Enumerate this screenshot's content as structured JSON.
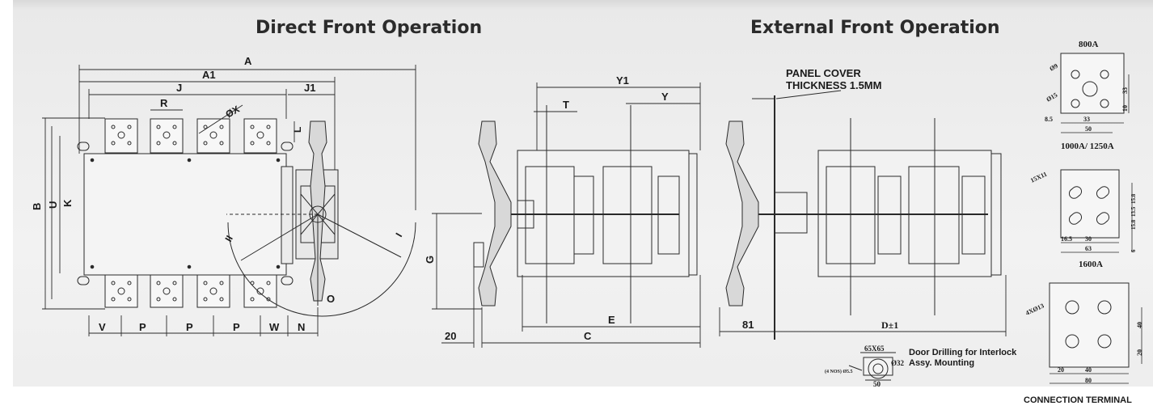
{
  "headings": {
    "direct": "Direct Front Operation",
    "external": "External Front Operation"
  },
  "direct_view": {
    "dims": {
      "A": "A",
      "A1": "A1",
      "J": "J",
      "J1": "J1",
      "R": "R",
      "OX": "ØX",
      "L": "L",
      "B": "B",
      "U": "U",
      "K": "K",
      "V": "V",
      "P1": "P",
      "P2": "P",
      "P3": "P",
      "W": "W",
      "N": "N"
    },
    "positions": {
      "I": "I",
      "II": "II",
      "O": "O"
    }
  },
  "side_view": {
    "dims": {
      "Y1": "Y1",
      "T": "T",
      "Y": "Y",
      "G": "G",
      "E": "E",
      "C": "C",
      "d20": "20"
    }
  },
  "external_view": {
    "panel_cover_line1": "PANEL COVER",
    "panel_cover_line2": "THICKNESS 1.5MM",
    "d81": "81",
    "d_tol": "D±1"
  },
  "door_drilling": {
    "size": "65X65",
    "holes": "(4 NOS) Ø5.5",
    "dia": "Ø32",
    "width": "50",
    "caption_line1": "Door Drilling for Interlock",
    "caption_line2": "Assy. Mounting"
  },
  "terminals": {
    "t800": {
      "title": "800A",
      "hole": "Ø9",
      "dia": "Ø15",
      "d33a": "33",
      "d33b": "33",
      "d10": "10",
      "d85": "8.5",
      "d50": "50"
    },
    "t1000": {
      "title": "1000A/ 1250A",
      "slot": "15X11",
      "d15_8a": "15.8",
      "d13_5": "13.5",
      "d15_8b": "15.8",
      "d16_5": "16.5",
      "d30": "30",
      "d63": "63",
      "d6": "6"
    },
    "t1600": {
      "title": "1600A",
      "holes": "4XØ13",
      "d40v": "40",
      "d20v": "20",
      "d20h": "20",
      "d40h": "40",
      "d80": "80"
    },
    "caption": "CONNECTION TERMINAL"
  }
}
